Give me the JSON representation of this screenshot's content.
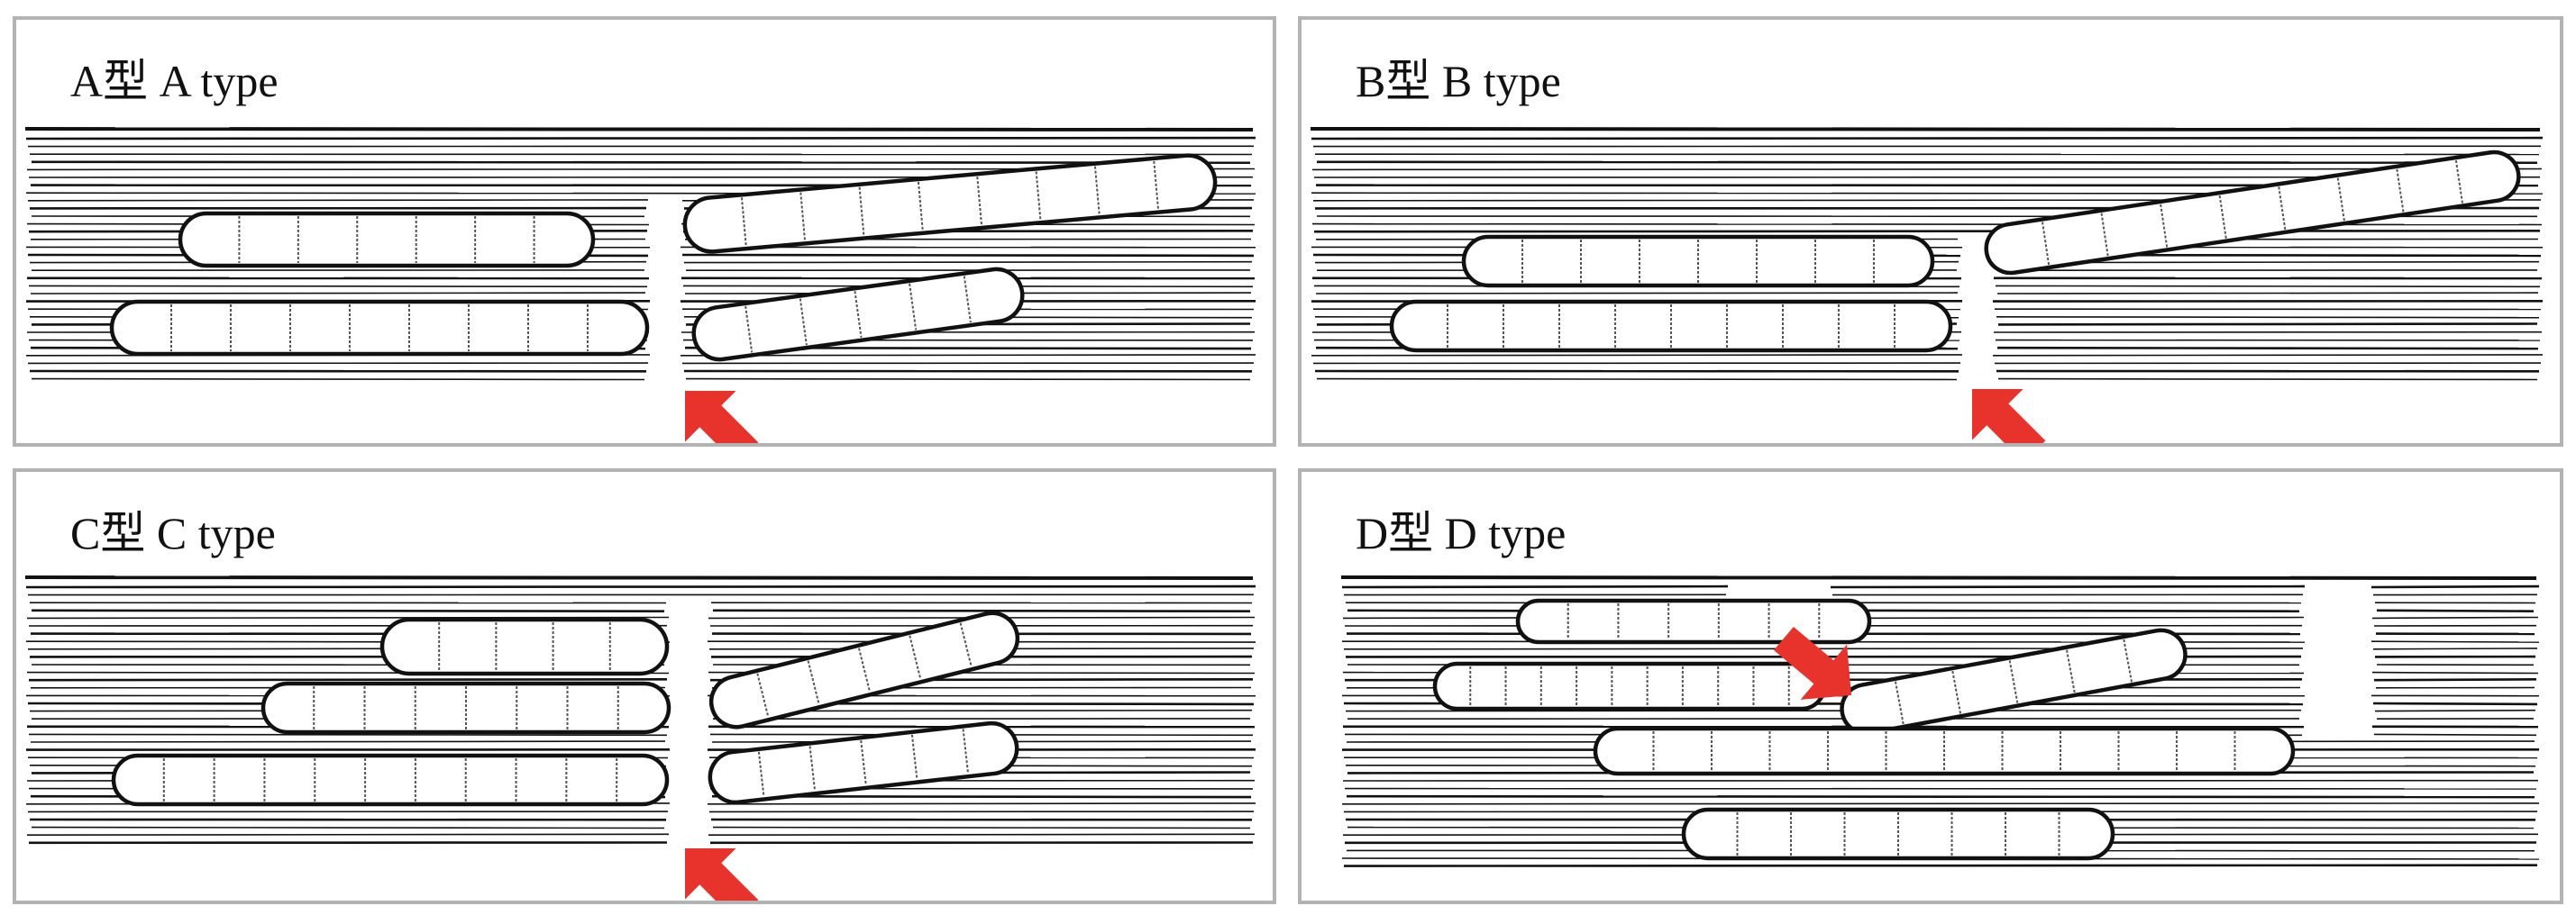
{
  "panels": [
    {
      "id": "a",
      "title": "A型  A type"
    },
    {
      "id": "b",
      "title": "B型  B type"
    },
    {
      "id": "c",
      "title": "C型  C type"
    },
    {
      "id": "d",
      "title": "D型  D type"
    }
  ],
  "colors": {
    "arrow": "#e8332c",
    "border": "#b3b3b3",
    "line": "#111111"
  }
}
